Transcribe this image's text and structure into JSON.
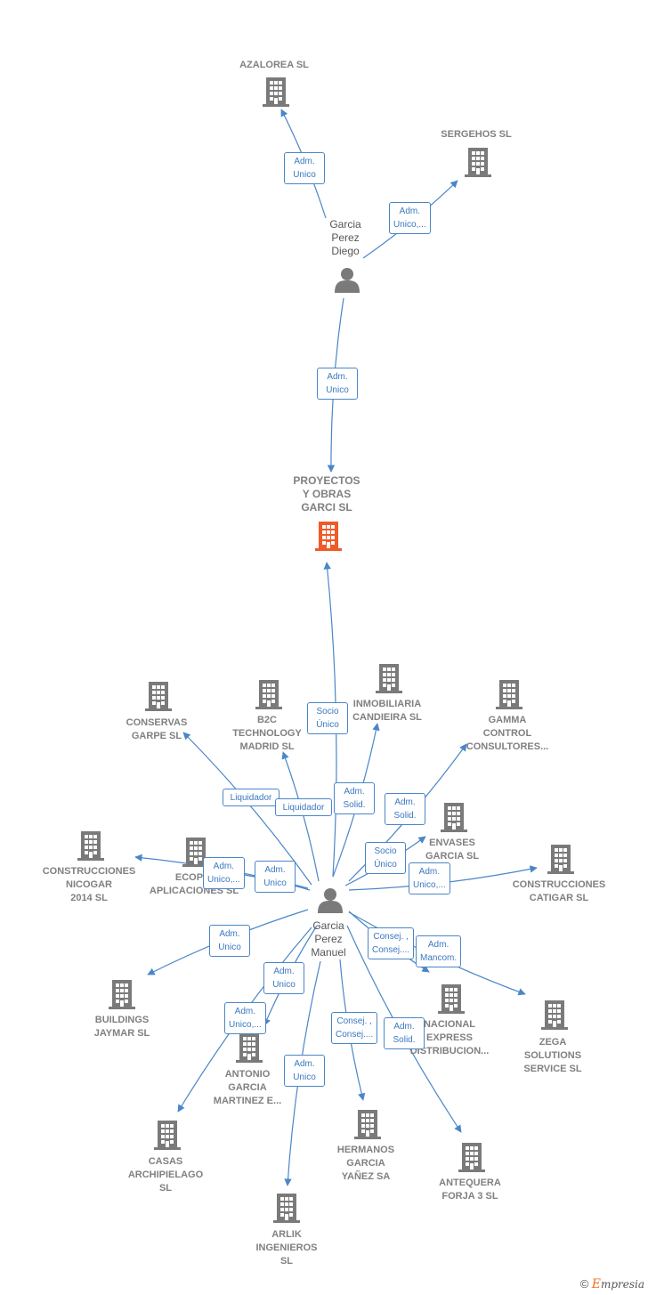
{
  "colors": {
    "edge": "#4a86c8",
    "icon": "#7a7a7a",
    "highlight": "#f05a28"
  },
  "companies": [
    {
      "id": "azalorea",
      "label": "AZALOREA SL"
    },
    {
      "id": "sergehos",
      "label": "SERGEHOS SL"
    },
    {
      "id": "proyectos",
      "label": "PROYECTOS\nY OBRAS\nGARCI  SL",
      "highlight": true
    },
    {
      "id": "conservas",
      "label": "CONSERVAS\nGARPE SL"
    },
    {
      "id": "b2c",
      "label": "B2C\nTECHNOLOGY\nMADRID SL"
    },
    {
      "id": "inmobiliaria",
      "label": "INMOBILIARIA\nCANDIEIRA  SL"
    },
    {
      "id": "gamma",
      "label": "GAMMA\nCONTROL\nCONSULTORES..."
    },
    {
      "id": "envases",
      "label": "ENVASES\nGARCIA  SL"
    },
    {
      "id": "nicogar",
      "label": "CONSTRUCCIONES\nNICOGAR\n2014  SL"
    },
    {
      "id": "ecopin",
      "label": "ECOPIN\nAPLICACIONES SL"
    },
    {
      "id": "catigar",
      "label": "CONSTRUCCIONES\nCATIGAR  SL"
    },
    {
      "id": "buildings",
      "label": "BUILDINGS\nJAYMAR SL"
    },
    {
      "id": "nacional",
      "label": "NACIONAL\nEXPRESS\nDISTRIBUCION..."
    },
    {
      "id": "zega",
      "label": "ZEGA\nSOLUTIONS\nSERVICE SL"
    },
    {
      "id": "antonio",
      "label": "ANTONIO\nGARCIA\nMARTINEZ E..."
    },
    {
      "id": "casas",
      "label": "CASAS\nARCHIPIELAGO\nSL"
    },
    {
      "id": "hermanos",
      "label": "HERMANOS\nGARCIA\nYAÑEZ SA"
    },
    {
      "id": "antequera",
      "label": "ANTEQUERA\nFORJA 3 SL"
    },
    {
      "id": "arlik",
      "label": "ARLIK\nINGENIEROS\nSL"
    }
  ],
  "persons": [
    {
      "id": "diego",
      "label": "Garcia\nPerez\nDiego"
    },
    {
      "id": "manuel",
      "label": "Garcia\nPerez\nManuel"
    }
  ],
  "edges": [
    {
      "from": "diego",
      "to": "azalorea",
      "label": "Adm.\nUnico"
    },
    {
      "from": "diego",
      "to": "sergehos",
      "label": "Adm.\nUnico,..."
    },
    {
      "from": "diego",
      "to": "proyectos",
      "label": "Adm.\nUnico"
    },
    {
      "from": "manuel",
      "to": "proyectos",
      "label": "Socio\nÚnico"
    },
    {
      "from": "manuel",
      "to": "conservas",
      "label": "Liquidador"
    },
    {
      "from": "manuel",
      "to": "b2c",
      "label": "Liquidador"
    },
    {
      "from": "manuel",
      "to": "inmobiliaria",
      "label": "Adm.\nSolid."
    },
    {
      "from": "manuel",
      "to": "gamma",
      "label": "Adm.\nSolid."
    },
    {
      "from": "manuel",
      "to": "envases",
      "label": "Socio\nÚnico"
    },
    {
      "from": "manuel",
      "to": "nicogar",
      "label": "Adm.\nUnico,..."
    },
    {
      "from": "manuel",
      "to": "ecopin",
      "label": "Adm.\nUnico"
    },
    {
      "from": "manuel",
      "to": "catigar",
      "label": "Adm.\nUnico,..."
    },
    {
      "from": "manuel",
      "to": "buildings",
      "label": "Adm.\nUnico"
    },
    {
      "from": "manuel",
      "to": "nacional",
      "label": "Consej. ,\nConsej...."
    },
    {
      "from": "manuel",
      "to": "zega",
      "label": "Adm.\nMancom."
    },
    {
      "from": "manuel",
      "to": "antonio",
      "label": "Adm.\nUnico"
    },
    {
      "from": "manuel",
      "to": "casas",
      "label": "Adm.\nUnico,..."
    },
    {
      "from": "manuel",
      "to": "hermanos",
      "label": "Consej. ,\nConsej...."
    },
    {
      "from": "manuel",
      "to": "antequera",
      "label": "Adm.\nSolid."
    },
    {
      "from": "manuel",
      "to": "arlik",
      "label": "Adm.\nUnico"
    }
  ],
  "footer": {
    "copyright": "©",
    "brand_first": "E",
    "brand_rest": "mpresia"
  }
}
